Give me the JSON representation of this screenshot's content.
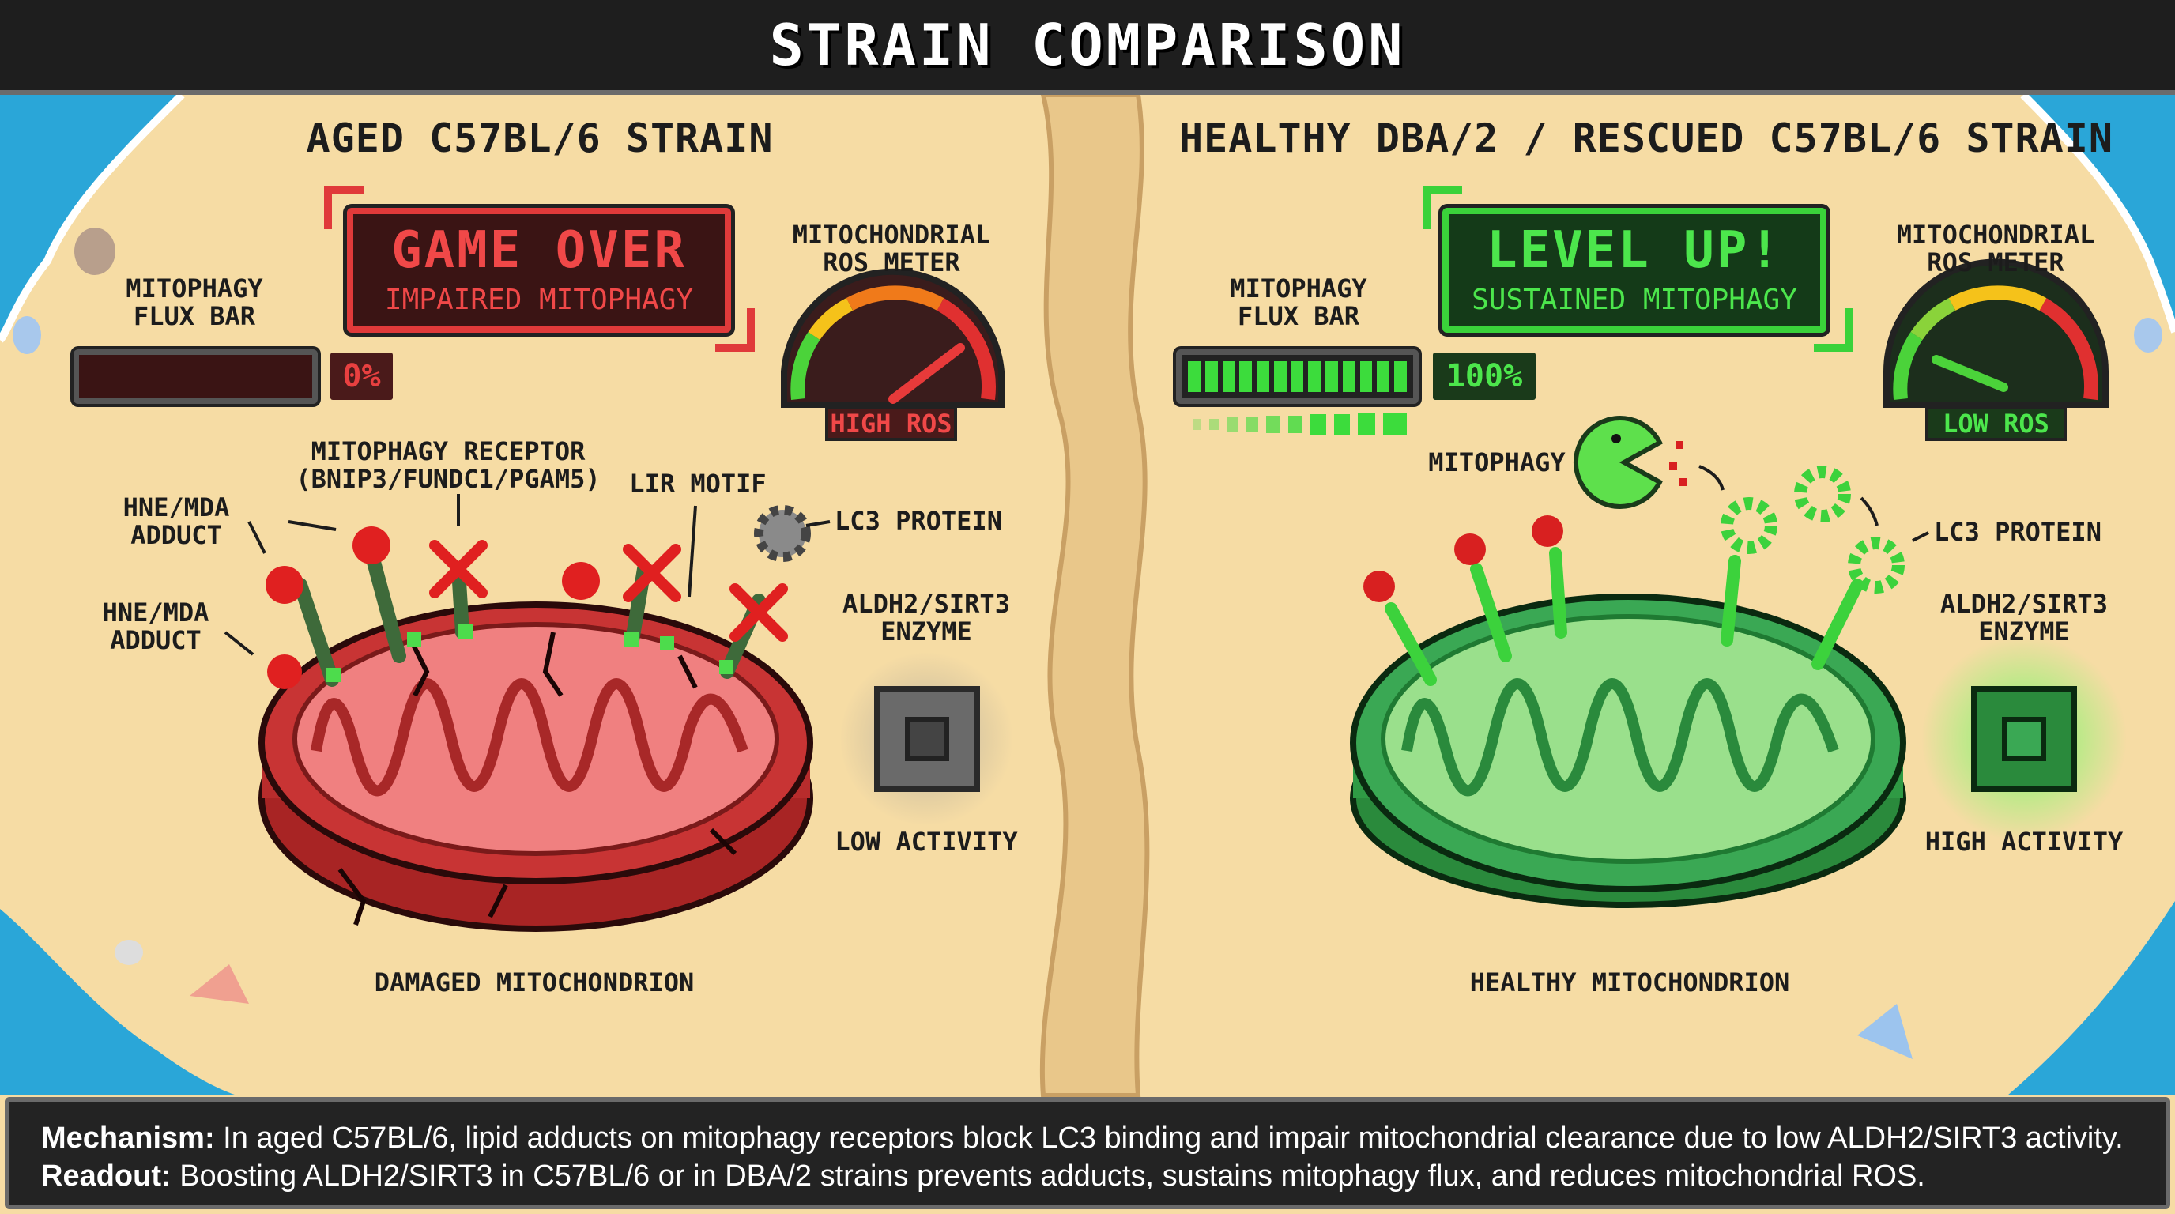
{
  "header": {
    "title": "STRAIN COMPARISON"
  },
  "left": {
    "heading": "AGED C57BL/6 STRAIN",
    "status_title": "GAME OVER",
    "status_subtitle": "IMPAIRED MITOPHAGY",
    "flux_label_1": "MITOPHAGY",
    "flux_label_2": "FLUX BAR",
    "flux_percent": 0,
    "flux_text": "0%",
    "ros_label_1": "MITOCHONDRIAL",
    "ros_label_2": "ROS METER",
    "ros_level": 0.85,
    "ros_badge": "HIGH ROS",
    "receptor_label_1": "MITOPHAGY RECEPTOR",
    "receptor_label_2": "(BNIP3/FUNDC1/PGAM5)",
    "lir_label": "LIR MOTIF",
    "lc3_label": "LC3 PROTEIN",
    "adduct1_1": "HNE/MDA",
    "adduct1_2": "ADDUCT",
    "adduct2_1": "HNE/MDA",
    "adduct2_2": "ADDUCT",
    "enzyme_1": "ALDH2/SIRT3",
    "enzyme_2": "ENZYME",
    "activity": "LOW ACTIVITY",
    "mito_caption": "DAMAGED MITOCHONDRION",
    "accent": "#e03a3a"
  },
  "right": {
    "heading": "HEALTHY DBA/2 / RESCUED C57BL/6 STRAIN",
    "status_title": "LEVEL UP!",
    "status_subtitle": "SUSTAINED MITOPHAGY",
    "flux_label_1": "MITOPHAGY",
    "flux_label_2": "FLUX BAR",
    "flux_percent": 100,
    "flux_text": "100%",
    "ros_label_1": "MITOCHONDRIAL",
    "ros_label_2": "ROS METER",
    "ros_level": 0.2,
    "ros_badge": "LOW ROS",
    "mitophagy_label": "MITOPHAGY",
    "lc3_label": "LC3 PROTEIN",
    "enzyme_1": "ALDH2/SIRT3",
    "enzyme_2": "ENZYME",
    "activity": "HIGH ACTIVITY",
    "mito_caption": "HEALTHY MITOCHONDRION",
    "accent": "#3ad23a"
  },
  "footer": {
    "mechanism_label": "Mechanism:",
    "mechanism_text": " In aged C57BL/6, lipid adducts on mitophagy receptors block LC3 binding and impair mitochondrial clearance due to low ALDH2/SIRT3 activity.",
    "readout_label": "Readout:",
    "readout_text": " Boosting ALDH2/SIRT3 in C57BL/6 or in DBA/2 strains prevents adducts, sustains mitophagy flux, and reduces mitochondrial ROS."
  }
}
